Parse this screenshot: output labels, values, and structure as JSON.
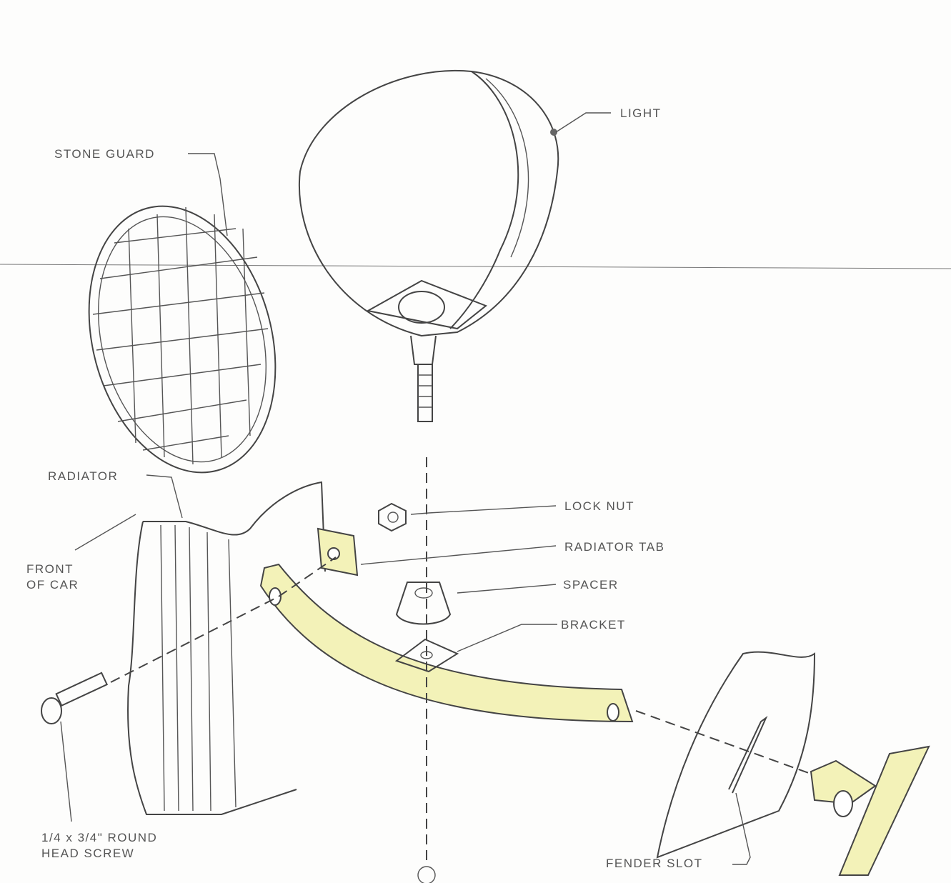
{
  "title": "Headlight mounting exploded view",
  "labels": {
    "light": "LIGHT",
    "stone_guard": "STONE GUARD",
    "radiator": "RADIATOR",
    "front_of_car_1": "FRONT",
    "front_of_car_2": "OF CAR",
    "lock_nut": "LOCK NUT",
    "radiator_tab": "RADIATOR TAB",
    "spacer": "SPACER",
    "bracket": "BRACKET",
    "screw_1": "1/4 x 3/4\" ROUND",
    "screw_2": "HEAD SCREW",
    "fender_slot": "FENDER SLOT"
  },
  "colors": {
    "highlight": "#f3f2b8",
    "line": "#444444"
  }
}
